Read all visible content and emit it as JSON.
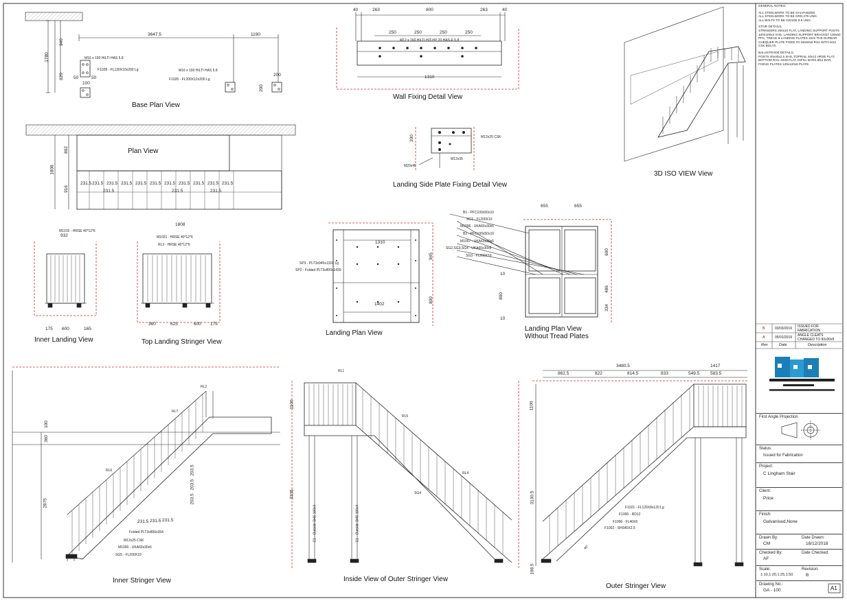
{
  "views": {
    "base_plan": "Base Plan View",
    "wall_fixing": "Wall Fixing Detail View",
    "iso": "3D ISO VIEW View",
    "plan": "Plan View",
    "landing_side_plate": "Landing Side Plate Fixing Detail View",
    "inner_landing": "Inner Landing View",
    "top_landing_stringer": "Top Landing Stringer View",
    "landing_plan": "Landing Plan View",
    "landing_plan_no_tread_1": "Landing Plan View",
    "landing_plan_no_tread_2": "Without Tread Plates",
    "inner_stringer": "Inner Stringer View",
    "inside_outer_stringer": "Inside View of Outer Stringer View",
    "outer_stringer": "Outer Stringer View"
  },
  "notes": {
    "heading": "GENERAL NOTES:",
    "general": [
      "ALL STEELWORK TO BE GALVANIZED.",
      "ALL STEELWORK TO BE GRD.275 UNO.",
      "ALL BOLTS TO BE GRADE 8.8 UNO."
    ],
    "stair_heading": "STAIR DETAILS,",
    "stair": "STRINGERS 200x10 FLAT, LANDING SUPPORT POSTS 100X100x4 SHS, LANDING SUPPORT BRACKET 100x50 PFC, TREAD & LANDING PLATES 3mm THK DURBAR CHEQUER PLATE FIXED TO 50x50x5 RSA WITH M12 CSK BOLTS.",
    "bal_heading": "BALUSTRADE DETAILS,",
    "bal": "POSTS 40x40x2.5 SHS, TOPRAIL 40x12 HRSE FLAT, BOTTOM RAIL 40X8 FLAT, INFILL BARS Ø12 BAR, FIXING PLATES 120x120x8 PLATE."
  },
  "revisions": [
    {
      "rev": "B",
      "date": "03/03/2019",
      "desc": "ISSUED FOR FABRICATION"
    },
    {
      "rev": "A",
      "date": "05/01/2019",
      "desc": "ANGLE CLEATS CHANGED TO 60x30x5"
    }
  ],
  "rev_headers": {
    "rev": "Rev",
    "date": "Date",
    "desc": "Description"
  },
  "title_block": {
    "projection": "First Angle Projection",
    "status_label": "Status:",
    "status": "Issued for Fabrication",
    "project_label": "Project:",
    "project": "C Lingham Stair",
    "client_label": "Client:",
    "client": "Price",
    "finish_label": "Finish:",
    "finish": "Galvanised,None",
    "drawn_by_label": "Drawn By:",
    "drawn_by": "CM",
    "date_drawn_label": "Date Drawn:",
    "date_drawn": "18/12/2018",
    "checked_by_label": "Checked By:",
    "checked_by": "AF",
    "date_checked_label": "Date Checked:",
    "scale_label": "Scale:",
    "scale": "1:10,1:20,1:25,1:50",
    "revision_label": "Revision:",
    "revision": "B",
    "drawing_no_label": "Drawing No.:",
    "drawing_no": "GA - 100",
    "sheet_size": "A1"
  },
  "labels": {
    "bp_top": "3647.5",
    "bp_1190": "1190",
    "bp_940": "940",
    "bp_1780": "1780",
    "bp_820": "820",
    "bp_50a": "50",
    "bp_50b": "50",
    "bp_100": "100",
    "bp_200": "200",
    "bp_200b": "200",
    "bp_anchor1": "M16 x 190 HILTI HAS 5.8",
    "bp_plate1": "F1028 - FL130X10x200 Lg",
    "bp_anchor2": "M16 x 190 HILTI HAS 5.8",
    "bp_plate2": "F1026 - FL200X12x200 Lg",
    "wf_40a": "40",
    "wf_263a": "263",
    "wf_800": "800",
    "wf_263b": "263",
    "wf_40b": "40",
    "wf_250a": "250",
    "wf_250b": "250",
    "wf_250c": "250",
    "wf_250d": "250",
    "wf_anchor": "M12 x 160 HILTI HIT-HY 20 HAS-E 5.8",
    "wf_1310": "1310",
    "ls_csk": "M12x25 CSK",
    "ls_200": "200",
    "ls_m20": "M20x45",
    "ls_m12": "M12x35",
    "pv_892": "892",
    "pv_1808": "1808",
    "pv_916": "916",
    "pv_t1": "231.5",
    "pv_t2": "231.5",
    "pv_t3": "231.5",
    "pv_t4": "231.5",
    "pv_t5": "231.5",
    "pv_t6": "231.5",
    "pv_t7": "231.5",
    "pv_t8": "231.5",
    "pv_t9": "231.5",
    "pv_t10": "231.5",
    "pv_t11": "231.5",
    "pv_t12": "231.5",
    "pv_t13": "231.5",
    "pv_t14": "231.5",
    "il_932": "932",
    "il_m": "M1015 - HRSE 40*12*6",
    "il_175": "175",
    "il_600": "600",
    "il_165": "165",
    "tl_1808": "1808",
    "tl_m": "M1021 - HRSE 40*12*6",
    "tl_rl3": "RL3 - HRSE 40*12*6",
    "tl_360": "360",
    "tl_625": "625",
    "tl_600": "600",
    "tl_175": "175",
    "lp_1310": "1310",
    "lp_sp3": "SP3 - PLT3x945x1310 Lg",
    "lp_sp2": "SP2 - Folded PLT3x800x1439",
    "lp_1402": "1402",
    "lp_945": "945",
    "lp_800": "800",
    "lpn_655a": "655",
    "lpn_655b": "655",
    "lpn_b1": "B1 - PFC100x50x10",
    "lpn_sg1": "SG1 - FL200X10",
    "lpn_m1006": "M1006 - UKA60x30x5",
    "lpn_b2": "B2 - PFC100x50x10",
    "lpn_m1007": "M1007 - UKA60x30x5",
    "lpn_sg": "SG2,SG3,SG4 - UKA60x30x5",
    "lpn_sg3": "SG3 - FL200X10",
    "lpn_600": "600",
    "lpn_486": "486",
    "lpn_334": "334",
    "lpn_800": "800",
    "lpn_10a": "10",
    "lpn_10b": "10",
    "is_rl2": "RL2",
    "is_rl7": "RL7",
    "is_rl6": "RL6",
    "is_100": "100",
    "is_360": "360",
    "is_2875": "2875",
    "is_t1": "231.5",
    "is_t2": "231.5",
    "is_t3": "231.5",
    "is_r1": "203.5",
    "is_r2": "203.5",
    "is_r3": "203.5",
    "is_folded": "Folded PLT3x800x354",
    "is_csk": "M12x25 CSK",
    "is_m1000": "M1000 - UKA60x30x5",
    "is_sg5": "SG5 - FL200X10",
    "ios_rl1": "RL1",
    "ios_rl5": "RL5",
    "ios_rl4": "RL4",
    "ios_sg4": "SG4",
    "ios_1100": "1100",
    "ios_3335": "3335",
    "ios_c1a": "C1 - Outside SHS 100x4",
    "ios_c1b": "C1 - Outside SHS 100x4",
    "os_3480": "3480.5",
    "os_1417": "1417",
    "os_862": "862.5",
    "os_822": "822",
    "os_814": "814.5",
    "os_833": "833",
    "os_549": "549.5",
    "os_583": "583.5",
    "os_1100": "1100",
    "os_3130": "3130.5",
    "os_198": "198.5",
    "os_f1021": "F1021 - FL120X8x120 Lg",
    "os_f1000": "F1000 - RD12",
    "os_f1006": "F1006 - FL40X6",
    "os_f1002": "F1002 - SHS40X2.5",
    "os_ang": "40°"
  }
}
